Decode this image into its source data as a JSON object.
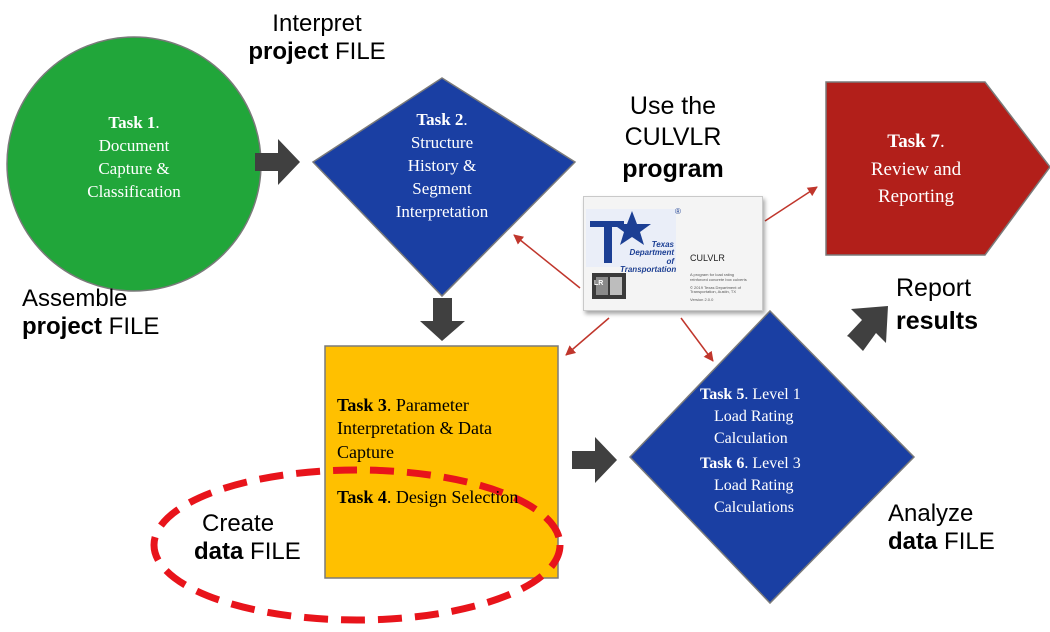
{
  "labels": {
    "interpret": {
      "line1": "Interpret",
      "bold": "project",
      "rest": " FILE"
    },
    "assemble": {
      "line1": "Assemble",
      "bold": "project",
      "rest": " FILE"
    },
    "use": {
      "line1": "Use the",
      "line2": "CULVLR",
      "bold": "program"
    },
    "report": {
      "line1": "Report",
      "bold": "results"
    },
    "create": {
      "line1": "Create",
      "bold": "data",
      "rest": " FILE"
    },
    "analyze": {
      "line1": "Analyze",
      "bold": "data",
      "rest": " FILE"
    }
  },
  "tasks": {
    "t1": {
      "bold": "Task 1",
      "boldSuffix": ".",
      "lines": [
        "Document",
        "Capture &",
        "Classification"
      ]
    },
    "t2": {
      "bold": "Task 2",
      "boldSuffix": ".",
      "lines": [
        "Structure",
        "History &",
        "Segment",
        "Interpretation"
      ]
    },
    "t3": {
      "bold": "Task 3",
      "rest": ". Parameter Interpretation & Data Capture"
    },
    "t4": {
      "bold": "Task 4",
      "rest": ". Design Selection"
    },
    "t5": {
      "bold": "Task 5",
      "rest": ". Level 1",
      "lines": [
        "Load Rating",
        "Calculation"
      ]
    },
    "t6": {
      "bold": "Task 6",
      "rest": ". Level 3",
      "lines": [
        "Load Rating",
        "Calculations"
      ]
    },
    "t7": {
      "bold": "Task 7",
      "boldSuffix": ".",
      "lines": [
        "Review and",
        "Reporting"
      ]
    }
  },
  "logo": {
    "agency_lines": [
      "Texas",
      "Department",
      "of Transportation"
    ],
    "program": "CULVLR",
    "badge": "LR",
    "registered": "®",
    "small_lines": [
      "A program for load rating",
      "reinforced concrete box culverts",
      "© 2019 Texas Department of",
      "Transportation, Austin, TX",
      "Version 2.0.0"
    ]
  },
  "colors": {
    "green": "#21a63a",
    "blue": "#1a3fa3",
    "orange": "#ffc000",
    "red": "#b21f1a",
    "arrow": "#404040",
    "thin_arrow": "#c0362c",
    "dash": "#e8141b"
  }
}
